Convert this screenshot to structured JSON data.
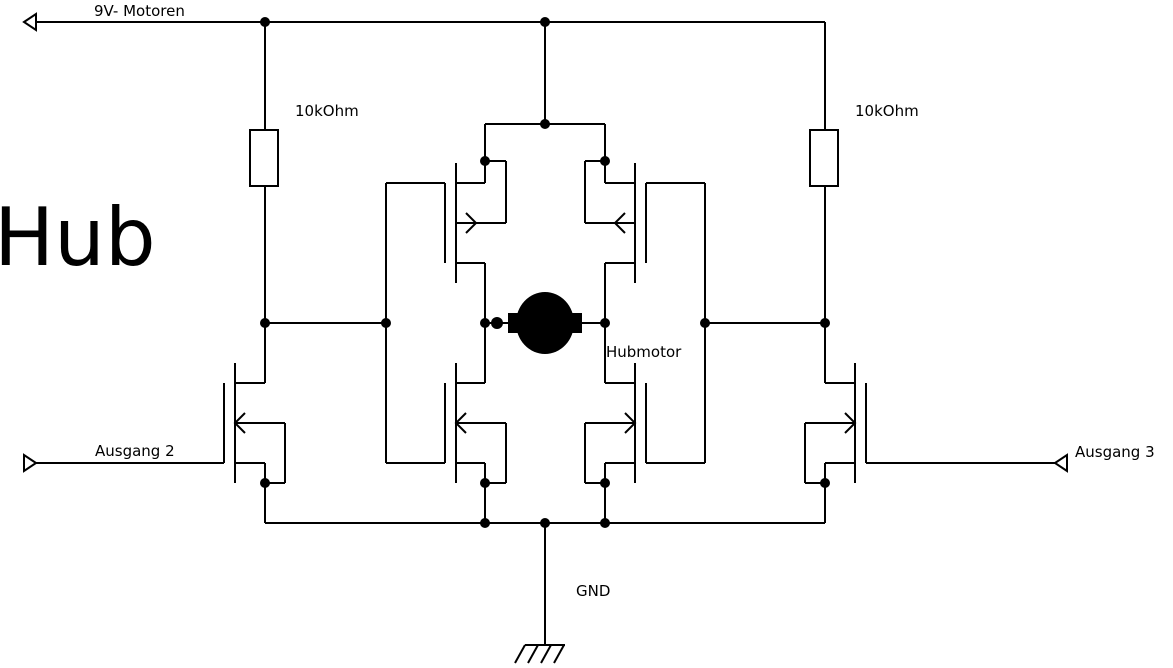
{
  "title": "Hub",
  "labels": {
    "supply": "9V- Motoren",
    "resistor_left": "10kOhm",
    "resistor_right": "10kOhm",
    "motor": "Hubmotor",
    "input_left": "Ausgang 2",
    "input_right": "Ausgang 3",
    "ground": "GND"
  }
}
